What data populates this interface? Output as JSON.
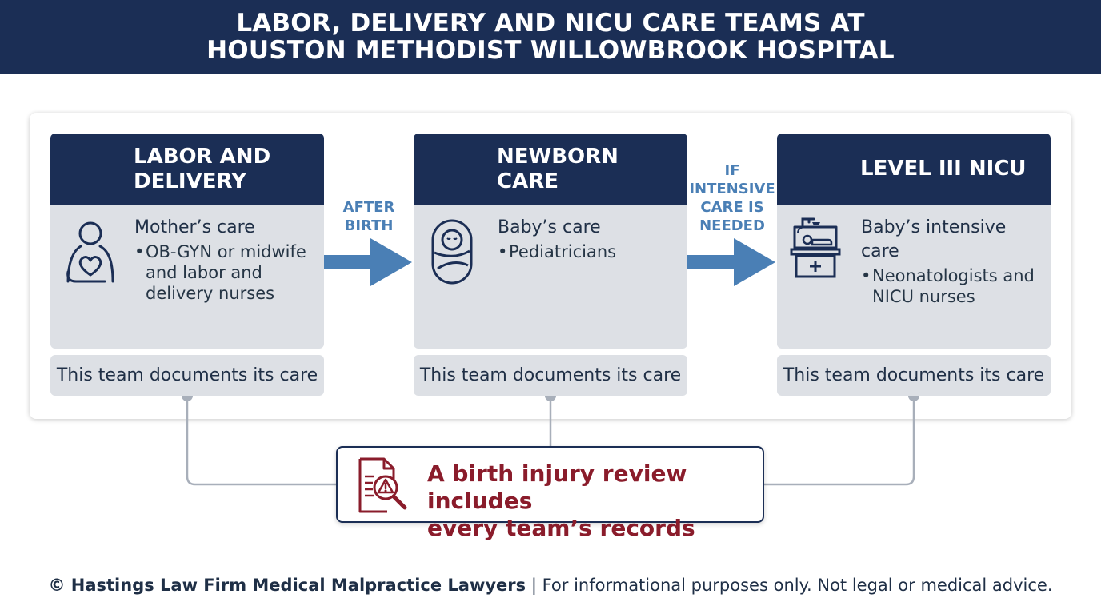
{
  "header": {
    "title_line1": "LABOR, DELIVERY AND NICU CARE TEAMS AT",
    "title_line2": "HOUSTON METHODIST WILLOWBROOK HOSPITAL"
  },
  "stages": [
    {
      "title_line1": "LABOR AND",
      "title_line2": "DELIVERY",
      "subtitle": "Mother’s care",
      "item_line1": "OB-GYN or midwife",
      "item_line2": "and labor and",
      "item_line3": "delivery nurses",
      "documents": "This team documents its care",
      "icon": "mother-heart-icon"
    },
    {
      "title_line1": "NEWBORN",
      "title_line2": "CARE",
      "subtitle": "Baby’s care",
      "item_line1": "Pediatricians",
      "documents": "This team documents its care",
      "icon": "swaddled-baby-icon"
    },
    {
      "title_line1": "LEVEL III NICU",
      "subtitle": "Baby’s intensive care",
      "item_line1": "Neonatologists and",
      "item_line2": "NICU nurses",
      "documents": "This team documents its care",
      "icon": "incubator-icon"
    }
  ],
  "transitions": [
    {
      "line1": "AFTER",
      "line2": "BIRTH"
    },
    {
      "line1": "IF",
      "line2": "INTENSIVE",
      "line3": "CARE IS",
      "line4": "NEEDED"
    }
  ],
  "review": {
    "line1": "A birth injury review includes",
    "line2": "every team’s records",
    "icon": "document-warning-magnifier-icon"
  },
  "footer": {
    "firm": "© Hastings Law Firm Medical Malpractice Lawyers",
    "separator": " | ",
    "disclaimer": "For informational purposes only. Not legal or medical advice."
  },
  "colors": {
    "navy": "#1b2e55",
    "card_gray": "#dde0e5",
    "arrow_blue": "#4a7fb5",
    "review_red": "#8a1c2b",
    "connector_gray": "#a8afba"
  }
}
